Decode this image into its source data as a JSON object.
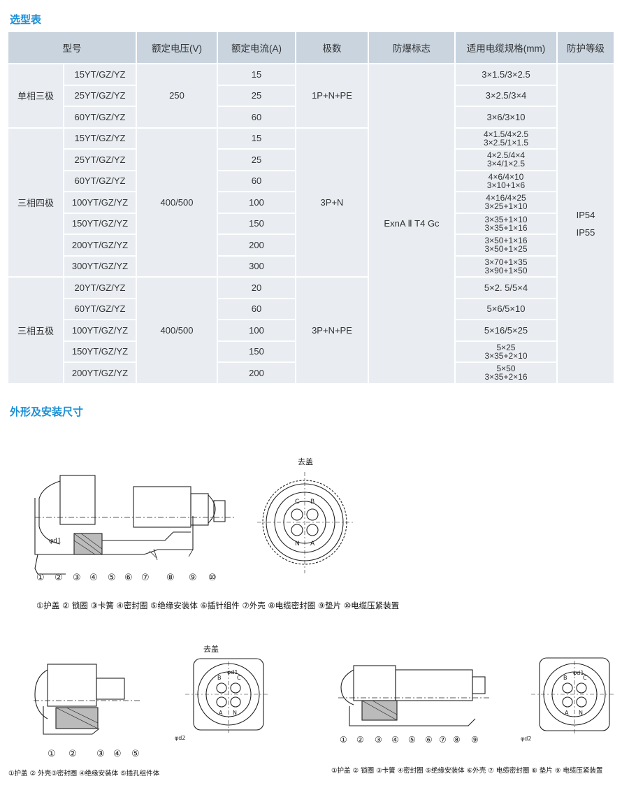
{
  "titles": {
    "selection": "选型表",
    "dimensions": "外形及安装尺寸"
  },
  "table": {
    "headers": [
      "型号",
      "额定电压(V)",
      "额定电流(A)",
      "极数",
      "防爆标志",
      "适用电缆规格(mm)",
      "防护等级"
    ],
    "groups": [
      {
        "name": "单相三极",
        "voltage": "250",
        "poles": "1P+N+PE",
        "rows": [
          {
            "model": "15YT/GZ/YZ",
            "current": "15",
            "cable": [
              "3×1.5/3×2.5"
            ]
          },
          {
            "model": "25YT/GZ/YZ",
            "current": "25",
            "cable": [
              "3×2.5/3×4"
            ]
          },
          {
            "model": "60YT/GZ/YZ",
            "current": "60",
            "cable": [
              "3×6/3×10"
            ]
          }
        ]
      },
      {
        "name": "三相四极",
        "voltage": "400/500",
        "poles": "3P+N",
        "rows": [
          {
            "model": "15YT/GZ/YZ",
            "current": "15",
            "cable": [
              "4×1.5/4×2.5",
              "3×2.5/1×1.5"
            ]
          },
          {
            "model": "25YT/GZ/YZ",
            "current": "25",
            "cable": [
              "4×2.5/4×4",
              "3×4/1×2.5"
            ]
          },
          {
            "model": "60YT/GZ/YZ",
            "current": "60",
            "cable": [
              "4×6/4×10",
              "3×10+1×6"
            ]
          },
          {
            "model": "100YT/GZ/YZ",
            "current": "100",
            "cable": [
              "4×16/4×25",
              "3×25+1×10"
            ]
          },
          {
            "model": "150YT/GZ/YZ",
            "current": "150",
            "cable": [
              "3×35+1×10",
              "3×35+1×16"
            ]
          },
          {
            "model": "200YT/GZ/YZ",
            "current": "200",
            "cable": [
              "3×50+1×16",
              "3×50+1×25"
            ]
          },
          {
            "model": "300YT/GZ/YZ",
            "current": "300",
            "cable": [
              "3×70+1×35",
              "3×90+1×50"
            ]
          }
        ]
      },
      {
        "name": "三相五极",
        "voltage": "400/500",
        "poles": "3P+N+PE",
        "rows": [
          {
            "model": "20YT/GZ/YZ",
            "current": "20",
            "cable": [
              "5×2. 5/5×4"
            ]
          },
          {
            "model": "60YT/GZ/YZ",
            "current": "60",
            "cable": [
              "5×6/5×10"
            ]
          },
          {
            "model": "100YT/GZ/YZ",
            "current": "100",
            "cable": [
              "5×16/5×25"
            ]
          },
          {
            "model": "150YT/GZ/YZ",
            "current": "150",
            "cable": [
              "5×25",
              "3×35+2×10"
            ]
          },
          {
            "model": "200YT/GZ/YZ",
            "current": "200",
            "cable": [
              "5×50",
              "3×35+2×16"
            ]
          }
        ]
      }
    ],
    "explosion_mark": "ExnA Ⅱ T4 Gc",
    "protection": [
      "IP54",
      "IP55"
    ]
  },
  "figures": {
    "fig1": {
      "numbers": [
        "①",
        "②",
        "③",
        "④",
        "⑤",
        "⑥",
        "⑦",
        "⑧",
        "⑨",
        "⑩"
      ],
      "remove_cover": "去盖",
      "dim_d1": "φd1",
      "pins": [
        "C",
        "B",
        "N",
        "A"
      ],
      "caption": "①护盖 ② 锁圈 ③卡簧 ④密封圈 ⑤绝缘安装体    ⑥插针组件 ⑦外壳 ⑧电缆密封圈 ⑨垫片 ⑩电缆压紧装置"
    },
    "fig2": {
      "numbers": [
        "①",
        "②",
        "③",
        "④",
        "⑤"
      ],
      "remove_cover": "去盖",
      "dim_d1": "φd1",
      "dim_d2": "φd2",
      "pins": [
        "B",
        "C",
        "A",
        "N"
      ],
      "caption": "①护盖 ② 外壳③密封圈 ④绝缘安装体 ⑤插孔组件体"
    },
    "fig3": {
      "numbers": [
        "①",
        "②",
        "③",
        "④",
        "⑤",
        "⑥",
        "⑦",
        "⑧",
        "⑨"
      ],
      "dim_d1": "φd1",
      "dim_d2": "φd2",
      "pins": [
        "B",
        "C",
        "A",
        "N"
      ],
      "caption": "①护盖 ② 锁圈 ③卡簧 ④密封圈 ⑤绝缘安装体 ⑥外壳 ⑦  电缆密封圈  ⑧  垫片 ⑨ 电缆压紧装置"
    }
  }
}
